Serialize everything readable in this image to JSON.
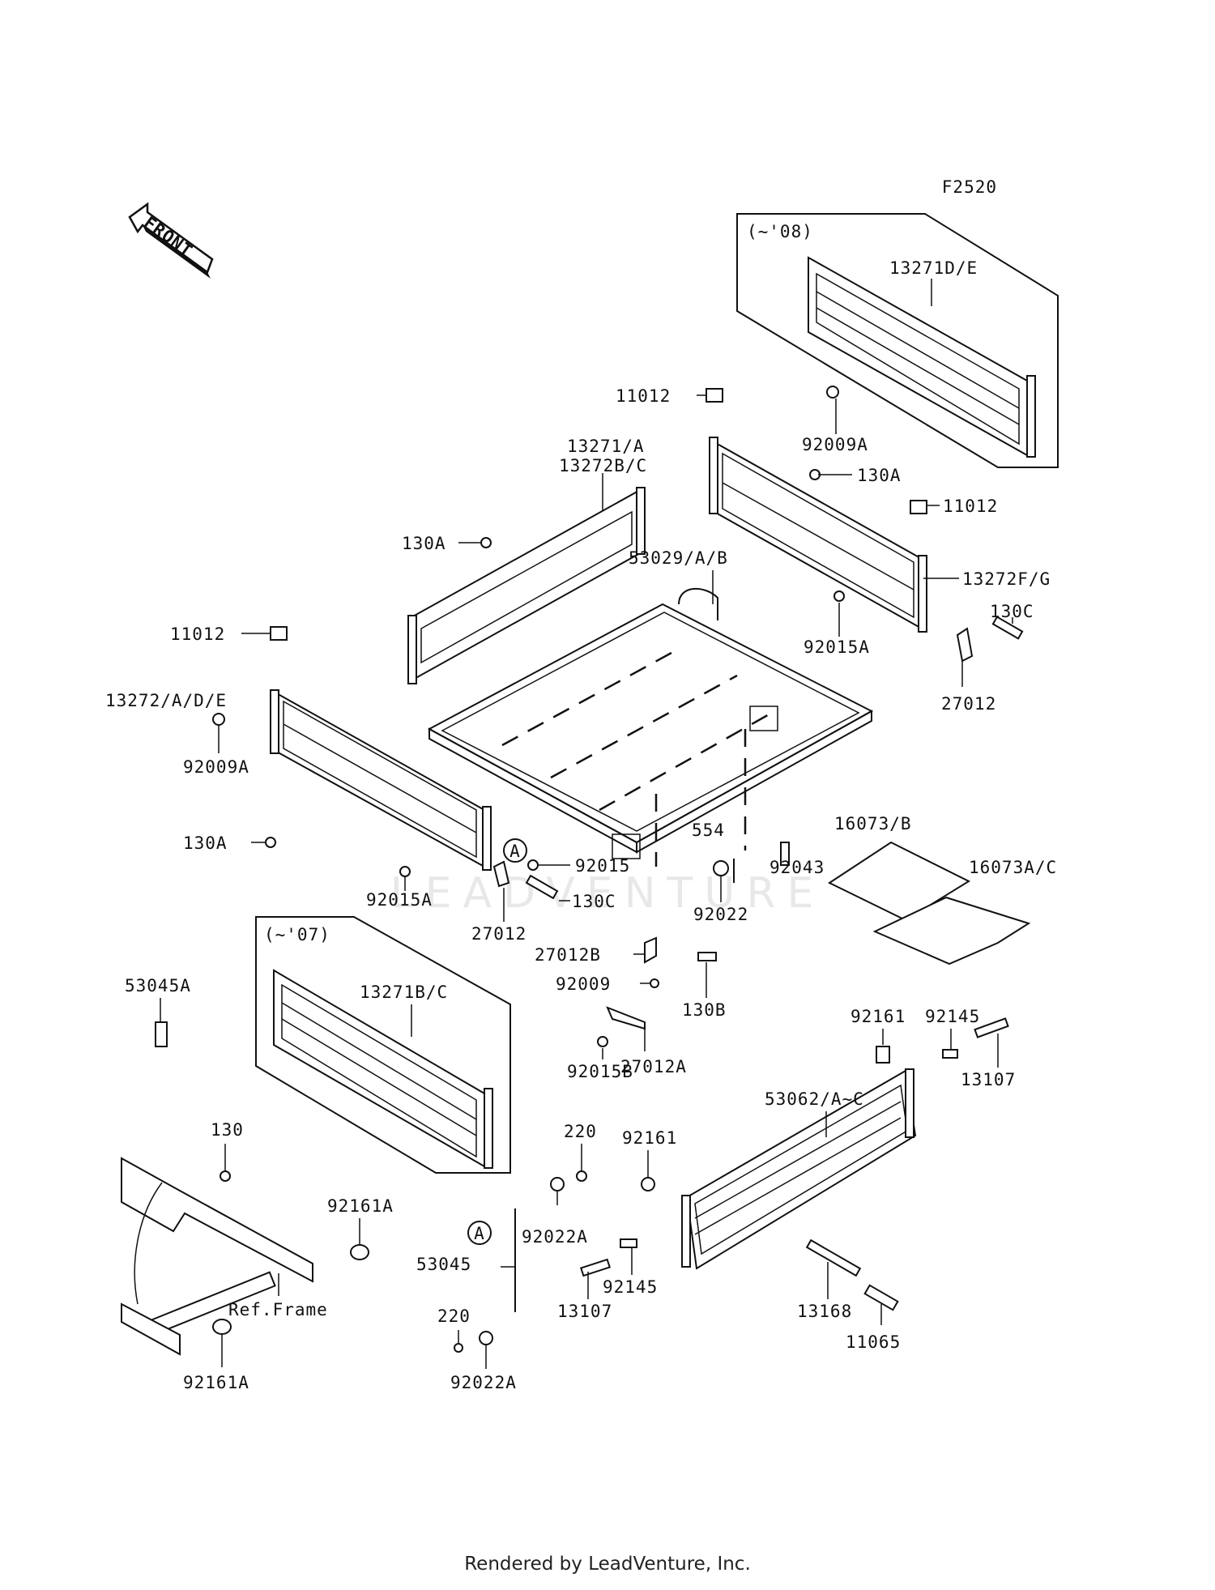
{
  "diagram_code": "F2520",
  "front_label": "FRONT",
  "footer": "Rendered by LeadVenture, Inc.",
  "watermark": "LEADVENTURE",
  "inset_08": {
    "label": "(~'08)",
    "part": "13271D/E"
  },
  "inset_07": {
    "label": "(~'07)",
    "part": "13271B/C"
  },
  "callout_a": "A",
  "labels": {
    "p11012_top": "11012",
    "p92009A_top": "92009A",
    "p13271A": "13271/A",
    "p13272BC": "13272B/C",
    "p130A_mid": "130A",
    "p11012_right": "11012",
    "p130A_left": "130A",
    "p53029": "53029/A/B",
    "p13272FG": "13272F/G",
    "p11012_left": "11012",
    "p130C_right": "130C",
    "p92015A_right": "92015A",
    "p13272ADE": "13272/A/D/E",
    "p27012_right": "27012",
    "p92009A_left": "92009A",
    "p16073B": "16073/B",
    "p554": "554",
    "p92043": "92043",
    "p16073AC": "16073A/C",
    "p130A_low": "130A",
    "p92015": "92015",
    "p92015A_left": "92015A",
    "p130C_left": "130C",
    "p92022": "92022",
    "p27012_left": "27012",
    "p27012B": "27012B",
    "p92009": "92009",
    "p130B": "130B",
    "p92161_right": "92161",
    "p92145_right": "92145",
    "p27012A": "27012A",
    "p13107_right": "13107",
    "p92015B": "92015B",
    "p53062": "53062/A~C",
    "p53045A": "53045A",
    "p130": "130",
    "p220_top": "220",
    "p92161_mid": "92161",
    "p92161A_top": "92161A",
    "p92022A_top": "92022A",
    "p53045": "53045",
    "p92145_mid": "92145",
    "p13107_mid": "13107",
    "p13168": "13168",
    "p11065": "11065",
    "p220_bottom": "220",
    "p92022A_bottom": "92022A",
    "p92161A_bottom": "92161A",
    "ref_frame": "Ref.Frame"
  }
}
